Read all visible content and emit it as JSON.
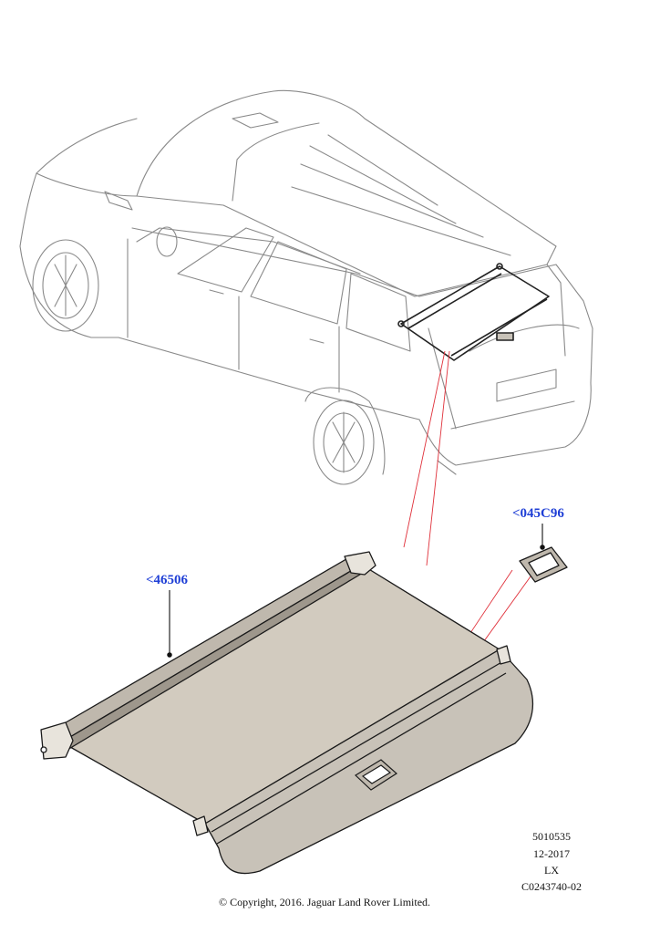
{
  "callouts": {
    "cover": "<46506",
    "handle": "<045C96"
  },
  "info_block": {
    "ref": "5010535",
    "date": "12-2017",
    "code": "LX",
    "illustration_id": "C0243740-02"
  },
  "copyright": "© Copyright, 2016. Jaguar Land Rover Limited.",
  "colors": {
    "callout_text": "#1f3fd6",
    "leader_lines": "#e0303a",
    "line_art": "#6a6a6a",
    "part_fill": "#c8c2b8"
  }
}
